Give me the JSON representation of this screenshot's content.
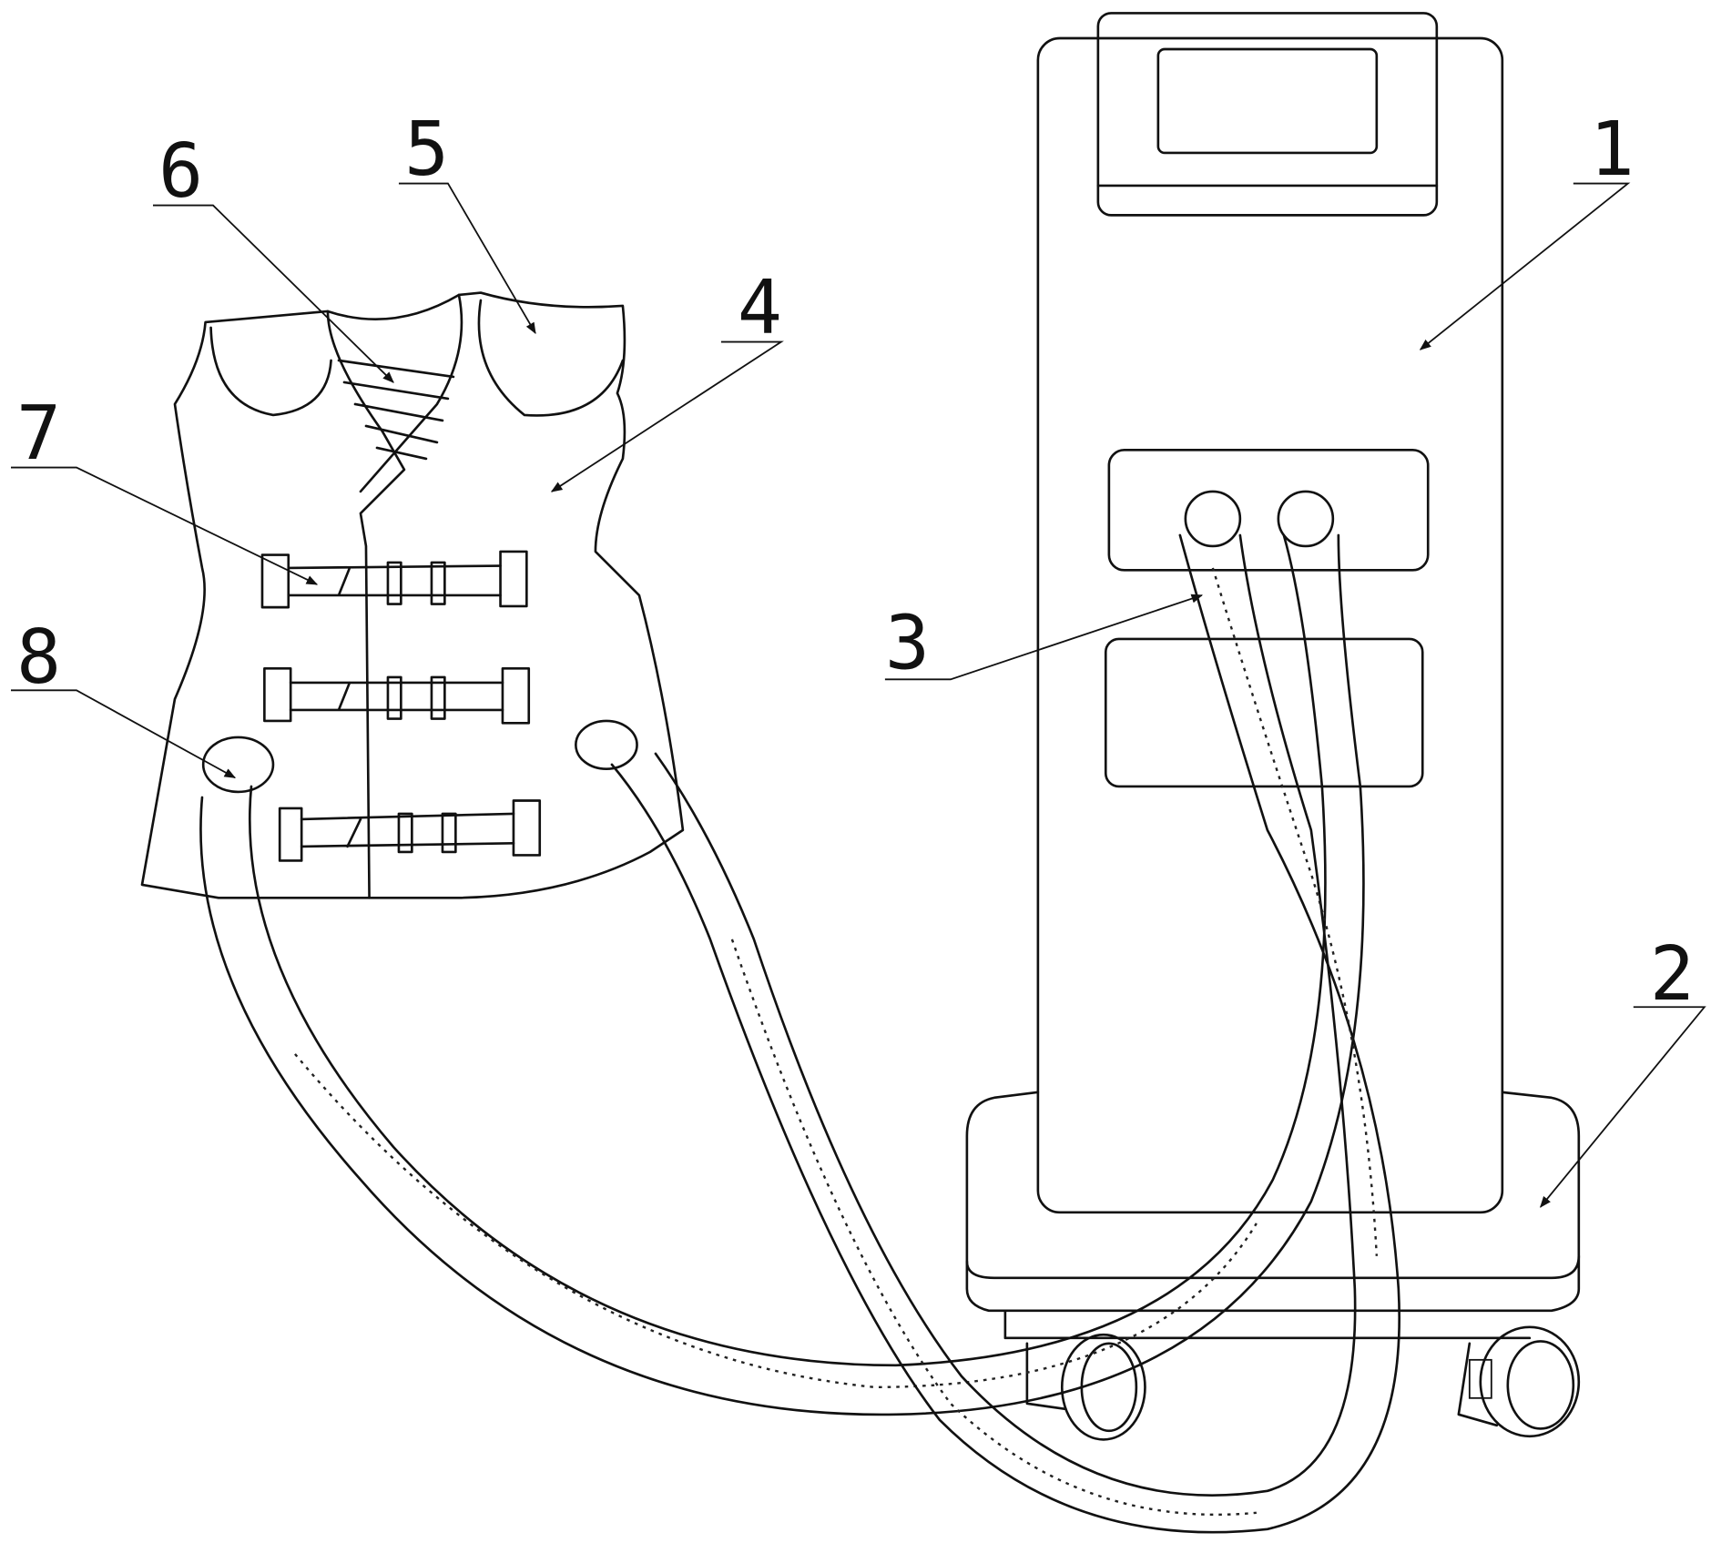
{
  "figure": {
    "labels": {
      "machine_body": "1",
      "base": "2",
      "hose": "3",
      "vest": "4",
      "shoulder_pad": "5",
      "chest_lacing": "6",
      "strap_buckle": "7",
      "vest_hose_port": "8"
    }
  }
}
